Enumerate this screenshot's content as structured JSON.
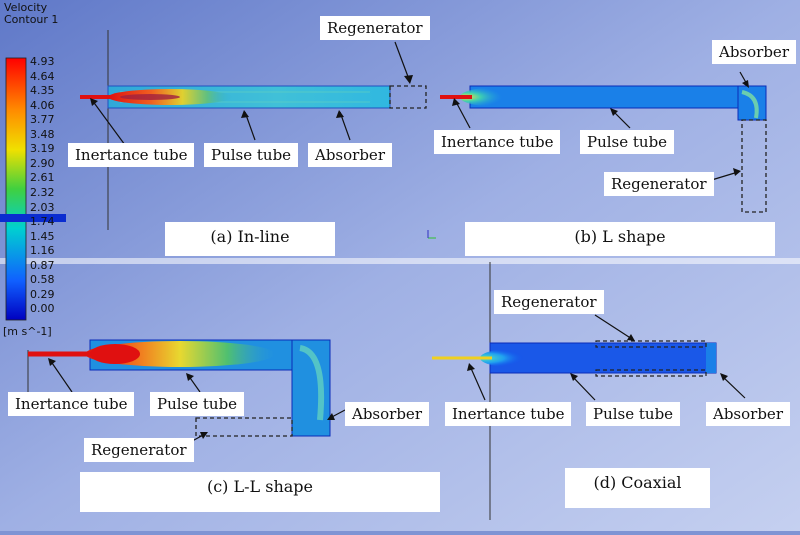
{
  "legend": {
    "title_line1": "Velocity",
    "title_line2": "Contour 1",
    "values": [
      "4.93",
      "4.64",
      "4.35",
      "4.06",
      "3.77",
      "3.48",
      "3.19",
      "2.90",
      "2.61",
      "2.32",
      "2.03",
      "1.74",
      "1.45",
      "1.16",
      "0.87",
      "0.58",
      "0.29",
      "0.00"
    ],
    "unit": "[m s^-1]"
  },
  "panel_a": {
    "caption": "(a) In-line",
    "labels": {
      "regenerator": "Regenerator",
      "inertance": "Inertance tube",
      "pulse": "Pulse tube",
      "absorber": "Absorber"
    }
  },
  "panel_b": {
    "caption": "(b) L shape",
    "labels": {
      "absorber": "Absorber",
      "inertance": "Inertance tube",
      "pulse": "Pulse tube",
      "regenerator": "Regenerator"
    }
  },
  "panel_c": {
    "caption": "(c) L-L shape",
    "labels": {
      "inertance": "Inertance tube",
      "pulse": "Pulse tube",
      "regenerator": "Regenerator",
      "absorber": "Absorber"
    }
  },
  "panel_d": {
    "caption": "(d) Coaxial",
    "labels": {
      "regenerator": "Regenerator",
      "inertance": "Inertance tube",
      "pulse": "Pulse tube",
      "absorber": "Absorber"
    }
  },
  "colors": {
    "background": "#7f94d4",
    "tube_fill": "#1a8fe0",
    "tube_dark": "#0a3cd8",
    "jet_red": "#e01010",
    "jet_yellow": "#f0d020",
    "jet_green": "#40c060"
  }
}
